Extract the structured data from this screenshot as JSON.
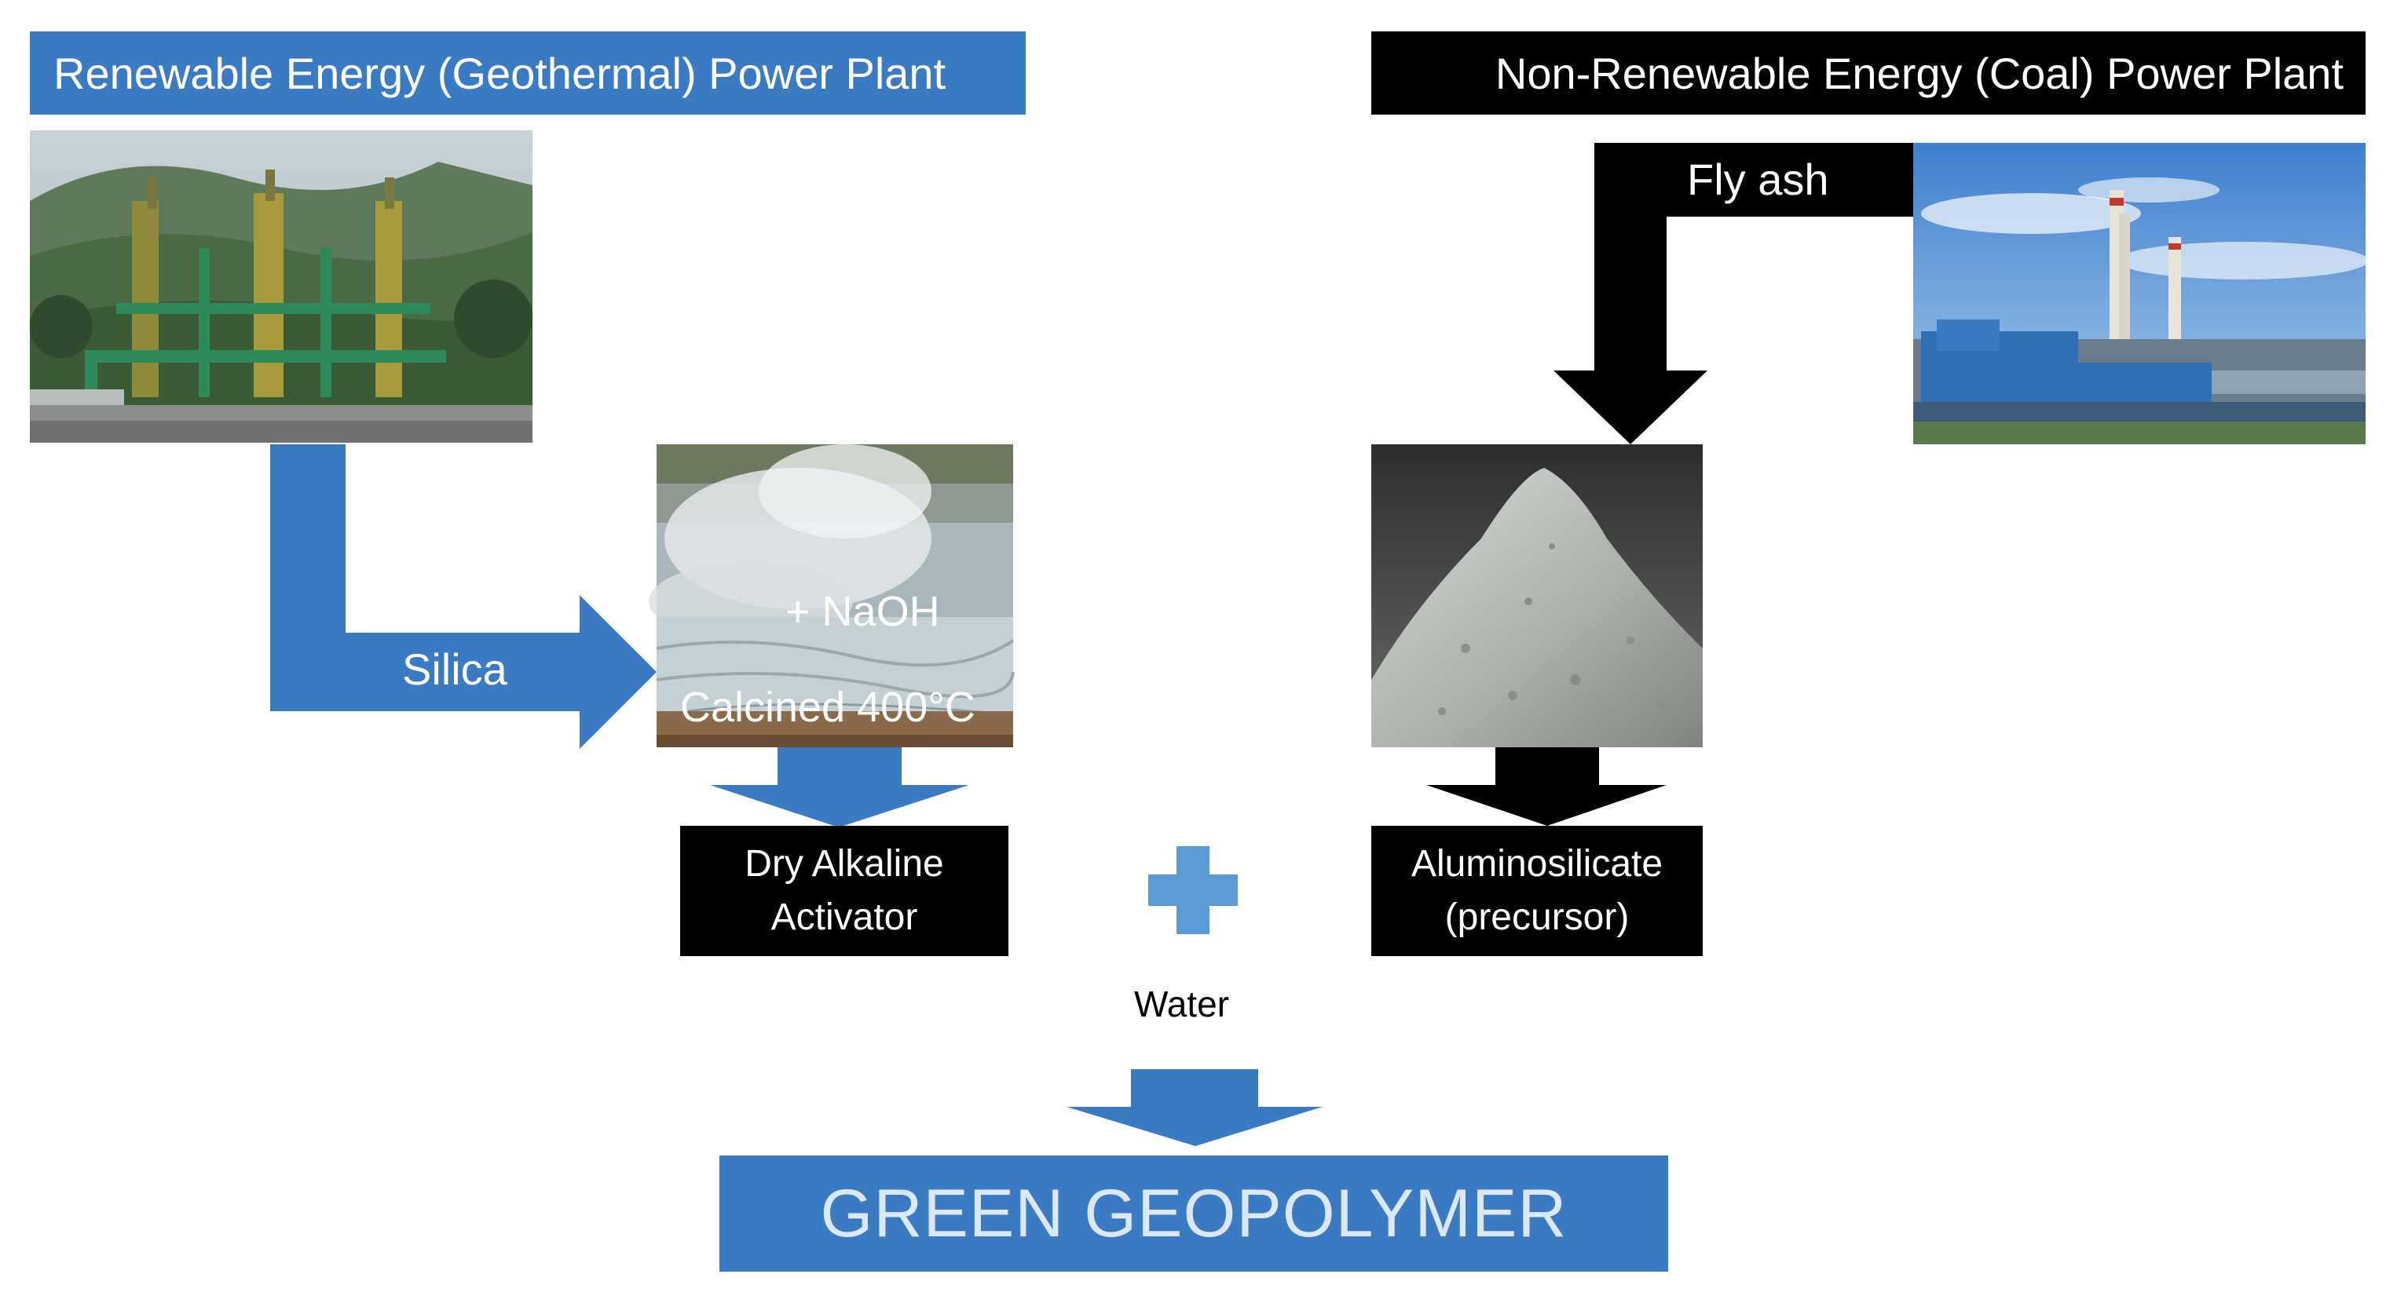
{
  "diagram": {
    "renewable": {
      "title": "Renewable Energy (Geothermal) Power Plant",
      "image": "geothermal-power-plant-photo",
      "output_label": "Silica"
    },
    "non_renewable": {
      "title": "Non-Renewable Energy (Coal) Power Plant",
      "image": "coal-power-plant-photo",
      "output_label": "Fly ash"
    },
    "activator_step": {
      "image": "steaming-hot-spring-photo",
      "reagent": "+ NaOH",
      "process": "Calcined 400°C",
      "result": "Dry Alkaline\nActivator"
    },
    "precursor_step": {
      "image": "fly-ash-powder-photo",
      "result": "Aluminosilicate\n(precursor)"
    },
    "combine_symbol": "plus-icon",
    "additive": "Water",
    "product": "GREEN GEOPOLYMER",
    "colors": {
      "renewable_blue": "#3a7bc4",
      "non_renewable_black": "#000000",
      "plus_blue": "#5b9bd5",
      "product_text": "#dde8f5"
    }
  }
}
